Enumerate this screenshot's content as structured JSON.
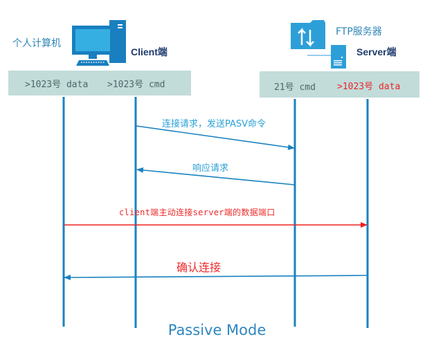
{
  "client": {
    "device_label": "个人计算机",
    "side_label": "Client端",
    "ports": [
      {
        "text": ">1023号 data",
        "color": "gray"
      },
      {
        "text": ">1023号 cmd",
        "color": "gray"
      }
    ]
  },
  "server": {
    "device_label": "FTP服务器",
    "side_label": "Server端",
    "ports": [
      {
        "text": "21号 cmd",
        "color": "gray"
      },
      {
        "text": ">1023号 data",
        "color": "red"
      }
    ]
  },
  "messages": [
    {
      "text": "连接请求，发送PASV命令",
      "from": "client-cmd",
      "to": "server-cmd",
      "color": "#1e88c0"
    },
    {
      "text": "响应请求",
      "from": "server-cmd",
      "to": "client-cmd",
      "color": "#1e88c0"
    },
    {
      "text": "client端主动连接server端的数据端口",
      "from": "client-data",
      "to": "server-data",
      "color": "#ee2222"
    },
    {
      "text": "确认连接",
      "from": "server-data",
      "to": "client-data",
      "color": "#1e88c0"
    }
  ],
  "colors": {
    "lifeline": "#1a82bf",
    "band": "#c2dcda",
    "icon": "#2d9fd8"
  },
  "icons": {
    "client": "desktop-computer-icon",
    "server": "ftp-server-icon"
  },
  "caption": "Passive Mode"
}
